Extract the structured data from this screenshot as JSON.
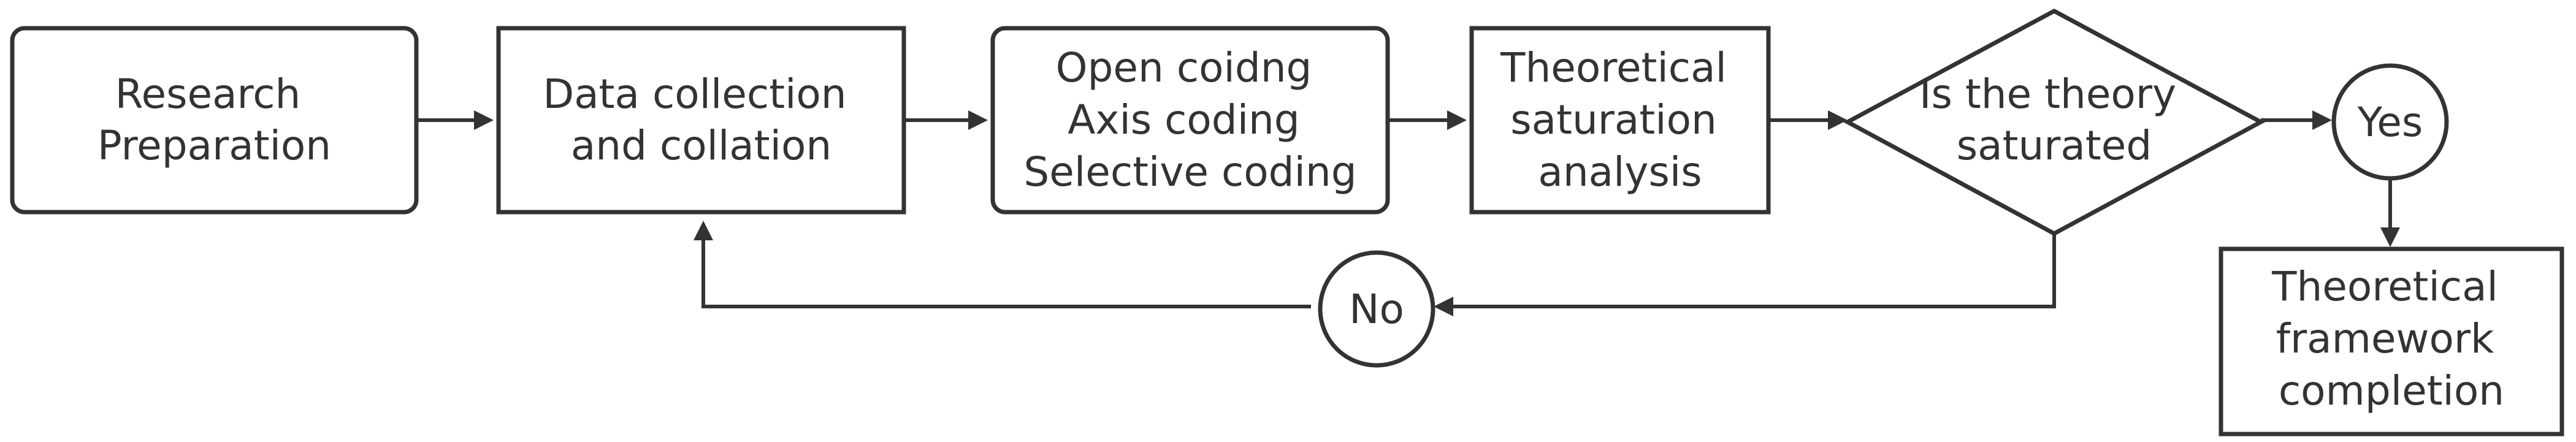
{
  "nodes": {
    "research_preparation": {
      "lines": [
        "Research",
        "Preparation"
      ]
    },
    "data_collection": {
      "lines": [
        "Data collection",
        "and collation"
      ]
    },
    "coding": {
      "lines": [
        "Open coidng",
        "Axis coding",
        "Selective coding"
      ]
    },
    "saturation_analysis": {
      "lines": [
        "Theoretical",
        "saturation",
        "analysis"
      ]
    },
    "decision": {
      "lines": [
        "Is the theory",
        "saturated"
      ]
    },
    "yes": {
      "lines": [
        "Yes"
      ]
    },
    "no": {
      "lines": [
        "No"
      ]
    },
    "framework_completion": {
      "lines": [
        "Theoretical",
        "framework",
        "completion"
      ]
    }
  },
  "edges": [
    {
      "from": "research_preparation",
      "to": "data_collection"
    },
    {
      "from": "data_collection",
      "to": "coding"
    },
    {
      "from": "coding",
      "to": "saturation_analysis"
    },
    {
      "from": "saturation_analysis",
      "to": "decision"
    },
    {
      "from": "decision",
      "to": "yes"
    },
    {
      "from": "yes",
      "to": "framework_completion"
    },
    {
      "from": "decision",
      "to": "no"
    },
    {
      "from": "no",
      "to": "data_collection"
    }
  ]
}
